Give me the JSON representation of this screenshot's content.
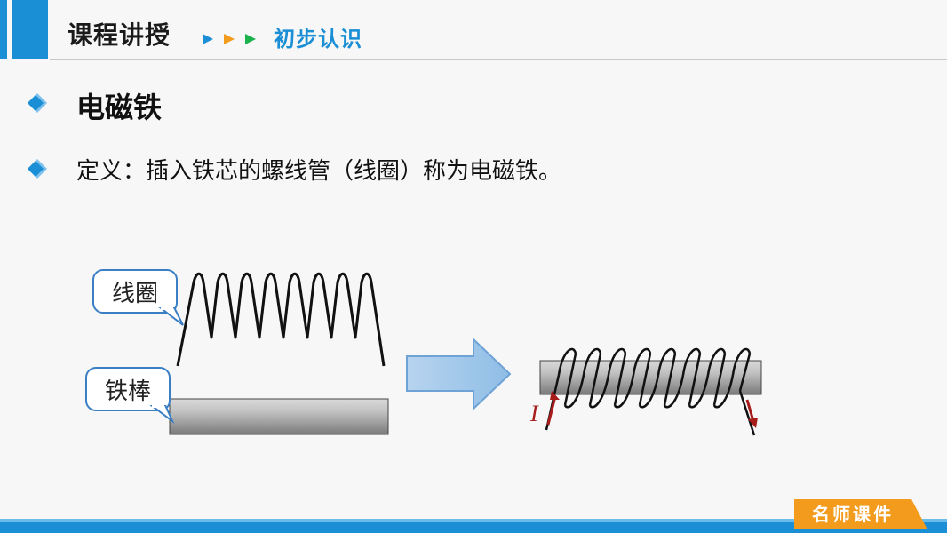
{
  "header": {
    "title": "课程讲授",
    "subtitle": "初步认识"
  },
  "section": {
    "heading": "电磁铁",
    "definition": "定义：插入铁芯的螺线管（线圈）称为电磁铁。"
  },
  "figure": {
    "coil_label": "线圈",
    "rod_label": "铁棒",
    "current_label": "I"
  },
  "footer": {
    "badge": "名师课件"
  },
  "colors": {
    "accent": "#1b8fd6",
    "arrow_orange": "#f29b1d",
    "arrow_green": "#19b24b",
    "current_arrow": "#a81c1c"
  }
}
